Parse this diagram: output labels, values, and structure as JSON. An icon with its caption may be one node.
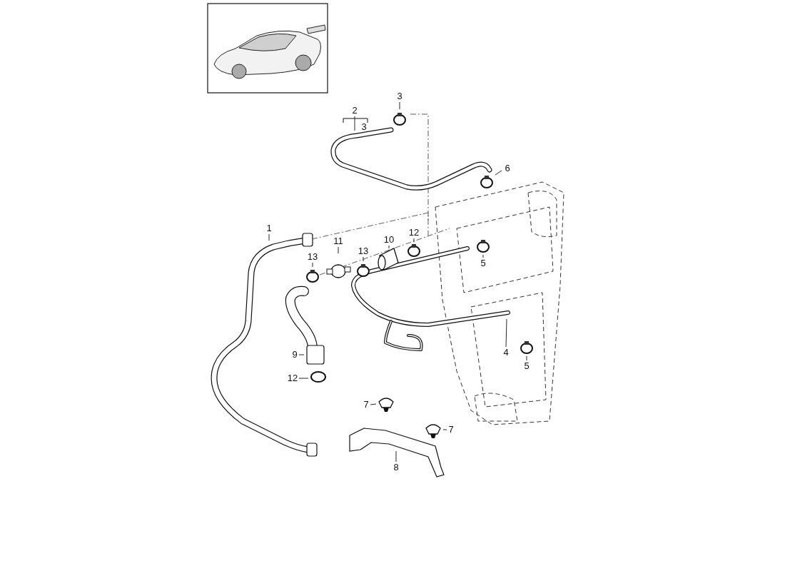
{
  "diagram": {
    "nodes": [
      {
        "text": [
          "3"
        ]
      },
      {
        "text": [
          "2"
        ]
      },
      {
        "text": [
          "6"
        ]
      },
      {
        "text": [
          "12"
        ]
      },
      {
        "text": [
          "1"
        ]
      },
      {
        "text": [
          "10"
        ]
      },
      {
        "text": [
          "13"
        ]
      },
      {
        "text": [
          "11"
        ]
      },
      {
        "text": [
          "13"
        ]
      },
      {
        "text": [
          "5"
        ]
      },
      {
        "text": [
          "4"
        ]
      },
      {
        "text": [
          "5"
        ]
      },
      {
        "text": [
          "9"
        ]
      },
      {
        "text": [
          "12"
        ]
      },
      {
        "text": [
          "7"
        ]
      },
      {
        "text": [
          "7"
        ]
      },
      {
        "text": [
          "8"
        ]
      }
    ],
    "edges": [
      {
        "from": 0,
        "to": null,
        "arrow": "none"
      },
      {
        "from": 1,
        "to": null,
        "arrow": "none"
      },
      {
        "from": 2,
        "to": null,
        "arrow": "none"
      },
      {
        "from": 3,
        "to": null,
        "arrow": "none"
      },
      {
        "from": 4,
        "to": null,
        "arrow": "none"
      },
      {
        "from": 5,
        "to": null,
        "arrow": "none"
      },
      {
        "from": 6,
        "to": null,
        "arrow": "none"
      },
      {
        "from": 7,
        "to": null,
        "arrow": "none"
      },
      {
        "from": 8,
        "to": null,
        "arrow": "none"
      },
      {
        "from": 9,
        "to": null,
        "arrow": "none"
      },
      {
        "from": 10,
        "to": null,
        "arrow": "none"
      },
      {
        "from": 11,
        "to": null,
        "arrow": "none"
      },
      {
        "from": 12,
        "to": null,
        "arrow": "none"
      },
      {
        "from": 13,
        "to": null,
        "arrow": "none"
      },
      {
        "from": 14,
        "to": null,
        "arrow": "none"
      },
      {
        "from": 15,
        "to": null,
        "arrow": "none"
      },
      {
        "from": 16,
        "to": null,
        "arrow": "none"
      }
    ],
    "labels": [
      "3"
    ]
  }
}
